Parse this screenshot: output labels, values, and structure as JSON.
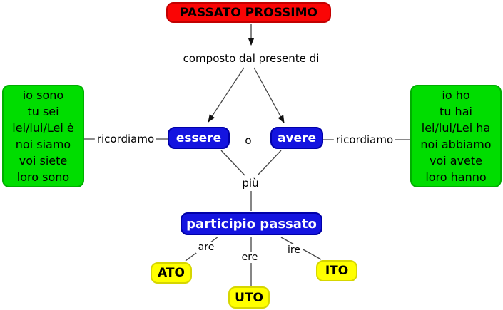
{
  "diagram": {
    "title": "PASSATO PROSSIMO",
    "concepts": {
      "essere": "essere",
      "avere": "avere",
      "participio_passato": "participio passato",
      "ato": "ATO",
      "uto": "UTO",
      "ito": "ITO"
    },
    "linking_phrases": {
      "composto": "composto dal presente di",
      "o": "o",
      "piu": "più",
      "ricordiamo_left": "ricordiamo",
      "ricordiamo_right": "ricordiamo",
      "are": "are",
      "ere": "ere",
      "ire": "ire"
    },
    "essere_forms": [
      "io sono",
      "tu sei",
      "lei/lui/Lei è",
      "noi siamo",
      "voi siete",
      "loro sono"
    ],
    "avere_forms": [
      "io ho",
      "tu hai",
      "lei/lui/Lei ha",
      "noi abbiamo",
      "voi avete",
      "loro hanno"
    ],
    "colors": {
      "title_bg": "#fa0505",
      "concept_bg": "#1414e0",
      "forms_bg": "#00dd00",
      "suffix_bg": "#ffff00",
      "connector": "#454545"
    }
  }
}
